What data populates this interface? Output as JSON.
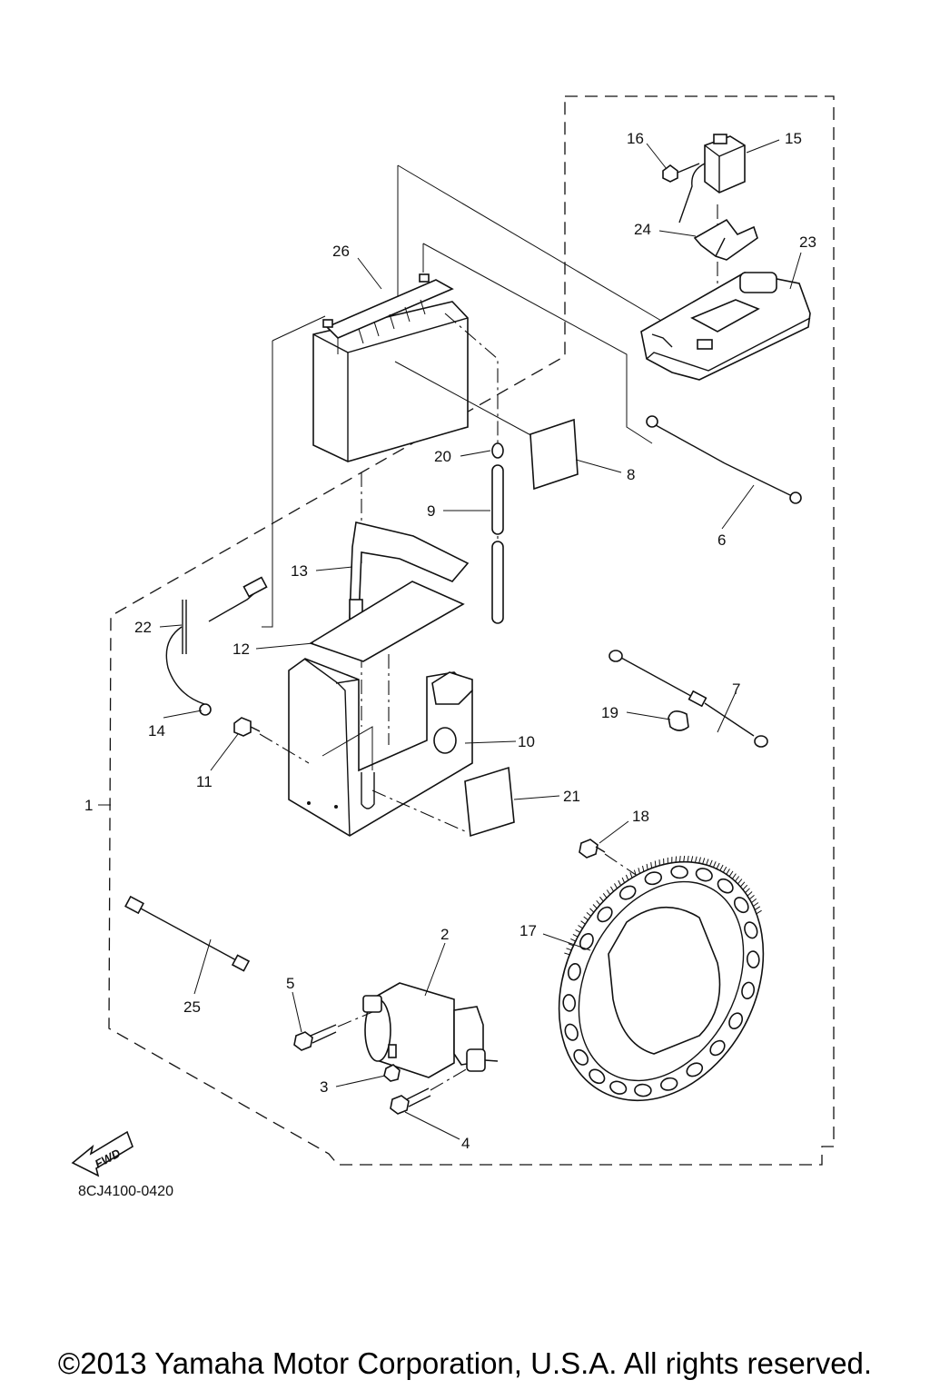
{
  "diagram": {
    "callouts": [
      "1",
      "2",
      "3",
      "4",
      "5",
      "6",
      "7",
      "8",
      "9",
      "10",
      "11",
      "12",
      "13",
      "14",
      "15",
      "16",
      "17",
      "18",
      "19",
      "20",
      "21",
      "22",
      "23",
      "24",
      "25",
      "26"
    ],
    "fwd_label": "FWD",
    "drawing_code": "8CJ4100-0420"
  },
  "footer": {
    "copyright": "©2013 Yamaha Motor Corporation, U.S.A. All rights reserved."
  },
  "colors": {
    "line": "#111111",
    "background": "#ffffff"
  }
}
